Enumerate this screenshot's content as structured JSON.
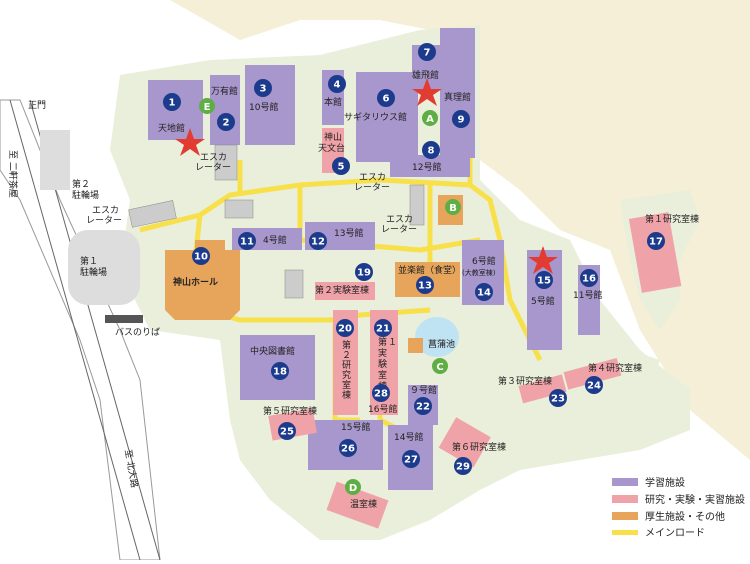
{
  "colors": {
    "academic": "#a897cc",
    "research": "#efa3a8",
    "welfare": "#e7a55c",
    "main_road": "#f7e04a",
    "ground": "#e9efda",
    "hill": "#f4efd6",
    "road": "#e0e0e0",
    "marker_blue": "#1c3b8c",
    "marker_green": "#5fae45",
    "star": "#e23c32"
  },
  "gate": "正門",
  "markers": [
    {
      "label": "1",
      "building": "天地館"
    },
    {
      "label": "2",
      "building": "万有館"
    },
    {
      "label": "3",
      "building": "10号館"
    },
    {
      "label": "4",
      "building": "本館"
    },
    {
      "label": "5",
      "building": "神山天文台"
    },
    {
      "label": "6",
      "building": "サギタリウス館"
    },
    {
      "label": "7",
      "building": "雄飛館"
    },
    {
      "label": "8",
      "building": "12号館"
    },
    {
      "label": "9",
      "building": "真理館"
    },
    {
      "label": "10",
      "building": "神山ホール"
    },
    {
      "label": "11",
      "building": "4号館"
    },
    {
      "label": "12",
      "building": "13号館"
    },
    {
      "label": "13",
      "building": "並楽館（食堂）"
    },
    {
      "label": "14",
      "building": "6号館（大教室棟）"
    },
    {
      "label": "15",
      "building": "5号館"
    },
    {
      "label": "16",
      "building": "11号館"
    },
    {
      "label": "17",
      "building": "第1研究室棟"
    },
    {
      "label": "18",
      "building": "中央図書館"
    },
    {
      "label": "19",
      "building": "第2実験室棟"
    },
    {
      "label": "20",
      "building": "第2研究室棟"
    },
    {
      "label": "21",
      "building": "第1実験室棟"
    },
    {
      "label": "22",
      "building": "9号館"
    },
    {
      "label": "23",
      "building": "第3研究室棟"
    },
    {
      "label": "24",
      "building": "第4研究室棟"
    },
    {
      "label": "25",
      "building": "第5研究室棟"
    },
    {
      "label": "26",
      "building": "15号館"
    },
    {
      "label": "27",
      "building": "14号館"
    },
    {
      "label": "28",
      "building": "16号館"
    },
    {
      "label": "29",
      "building": "第6研究室棟"
    }
  ],
  "letter_markers": [
    "A",
    "B",
    "C",
    "D",
    "E"
  ],
  "labels": {
    "tenchikan": "天地館",
    "banyukan": "万有館",
    "b10": "10号館",
    "honkan": "本館",
    "kamiyama1": "神山",
    "kamiyama2": "天文台",
    "sagittarius": "サギタリウス館",
    "yuhikan": "雄飛館",
    "b12": "12号館",
    "shinrikan": "真理館",
    "hall": "神山ホール",
    "b4": "4号館",
    "b13": "13号館",
    "heirakukan": "並楽館（食堂）",
    "b6": "6号館",
    "b6sub": "(大教室棟)",
    "b5": "5号館",
    "b11": "11号館",
    "lab1": "第１研究室棟",
    "library": "中央図書館",
    "exp2": "第２実験室棟",
    "lab2_1": "第",
    "lab2_2": "２",
    "lab2_3": "研",
    "lab2_4": "究",
    "lab2_5": "室",
    "lab2_6": "棟",
    "exp1_1": "第",
    "exp1_2": "１",
    "exp1_3": "実",
    "exp1_4": "験",
    "exp1_5": "室",
    "exp1_6": "棟",
    "b9": "９号館",
    "lab3": "第３研究室棟",
    "lab4": "第４研究室棟",
    "lab5": "第５研究室棟",
    "b15": "15号館",
    "b14": "14号館",
    "b16": "16号館",
    "lab6": "第６研究室棟",
    "pond": "菖蒲池",
    "greenhouse": "温室棟",
    "esc1a": "エスカ",
    "esc1b": "レーター",
    "esc2a": "エスカ",
    "esc2b": "レーター",
    "esc3a": "エスカ",
    "esc3b": "レーター",
    "esc4a": "エスカ",
    "esc4b": "レーター",
    "parking2a": "第２",
    "parking2b": "駐輪場",
    "parking1a": "第１",
    "parking1b": "駐輪場",
    "bus": "バスのりば",
    "road_west": "至 二軒茶屋",
    "road_south": "至 北大路"
  },
  "legend": [
    {
      "label": "学習施設",
      "color": "#a897cc"
    },
    {
      "label": "研究・実験・実習施設",
      "color": "#efa3a8"
    },
    {
      "label": "厚生施設・その他",
      "color": "#e7a55c"
    },
    {
      "label": "メインロード",
      "color": "#f7e04a"
    }
  ]
}
